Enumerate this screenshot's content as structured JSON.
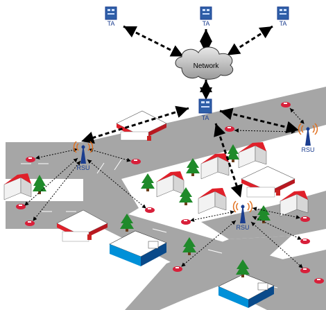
{
  "diagram": {
    "network_label": "Network",
    "ta_label": "TA",
    "rsu_label": "RSU",
    "colors": {
      "road": "#a6a6a6",
      "ta_box": "#2f5fa8",
      "rsu_waves": "#e0701f",
      "roof_red": "#e0202a",
      "tree": "#1f8a2a",
      "car": "#d8203a"
    },
    "icons": [
      "trusted-authority-icon",
      "cloud-icon",
      "rsu-tower-icon",
      "car-icon",
      "house-icon",
      "gas-station-icon",
      "shop-icon",
      "tree-icon"
    ]
  }
}
